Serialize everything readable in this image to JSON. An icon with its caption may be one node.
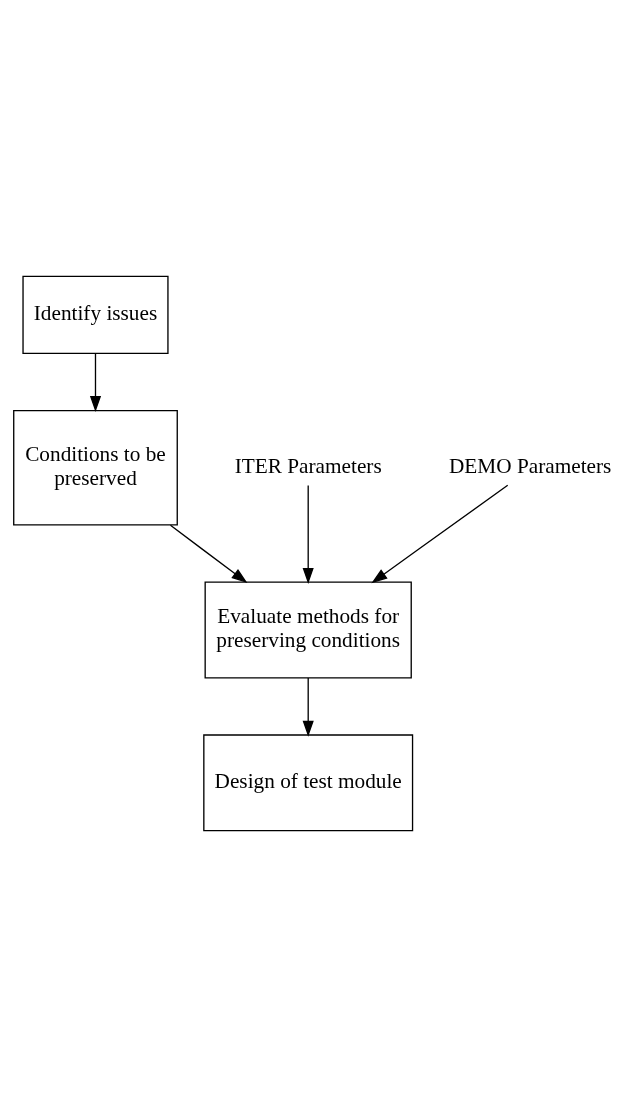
{
  "diagram": {
    "nodes": [
      {
        "text": [
          "Identify issues"
        ]
      },
      {
        "text": [
          "Conditions to be preserved"
        ]
      },
      {
        "text": [
          "ITER Parameters"
        ]
      },
      {
        "text": [
          "DEMO Parameters"
        ]
      },
      {
        "text": [
          "Evaluate methods for preserving conditions"
        ]
      },
      {
        "text": [
          "Design of test module"
        ]
      }
    ],
    "edges": [
      {
        "from": 0,
        "to": 1,
        "arrow": "to"
      },
      {
        "from": 1,
        "to": 4,
        "arrow": "to"
      },
      {
        "from": 2,
        "to": 4,
        "arrow": "to"
      },
      {
        "from": 3,
        "to": 4,
        "arrow": "to"
      },
      {
        "from": 4,
        "to": 5,
        "arrow": "to"
      }
    ]
  }
}
